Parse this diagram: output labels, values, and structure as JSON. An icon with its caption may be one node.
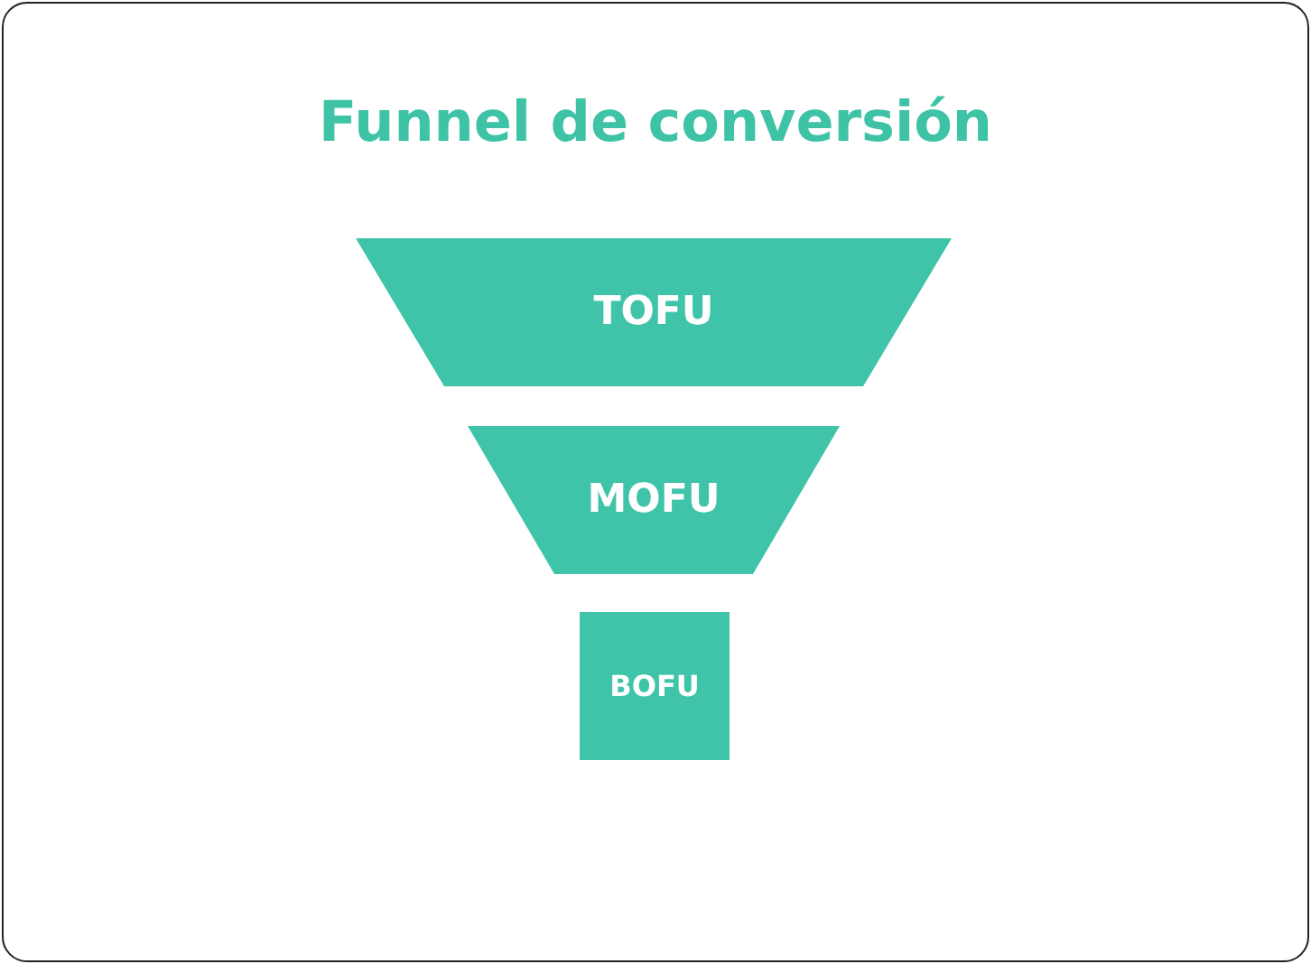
{
  "diagram": {
    "title": "Funnel de conversión",
    "nodes": [
      {
        "text": [
          "TOFU"
        ]
      },
      {
        "text": [
          "MOFU"
        ]
      },
      {
        "text": [
          "BOFU"
        ]
      }
    ]
  }
}
